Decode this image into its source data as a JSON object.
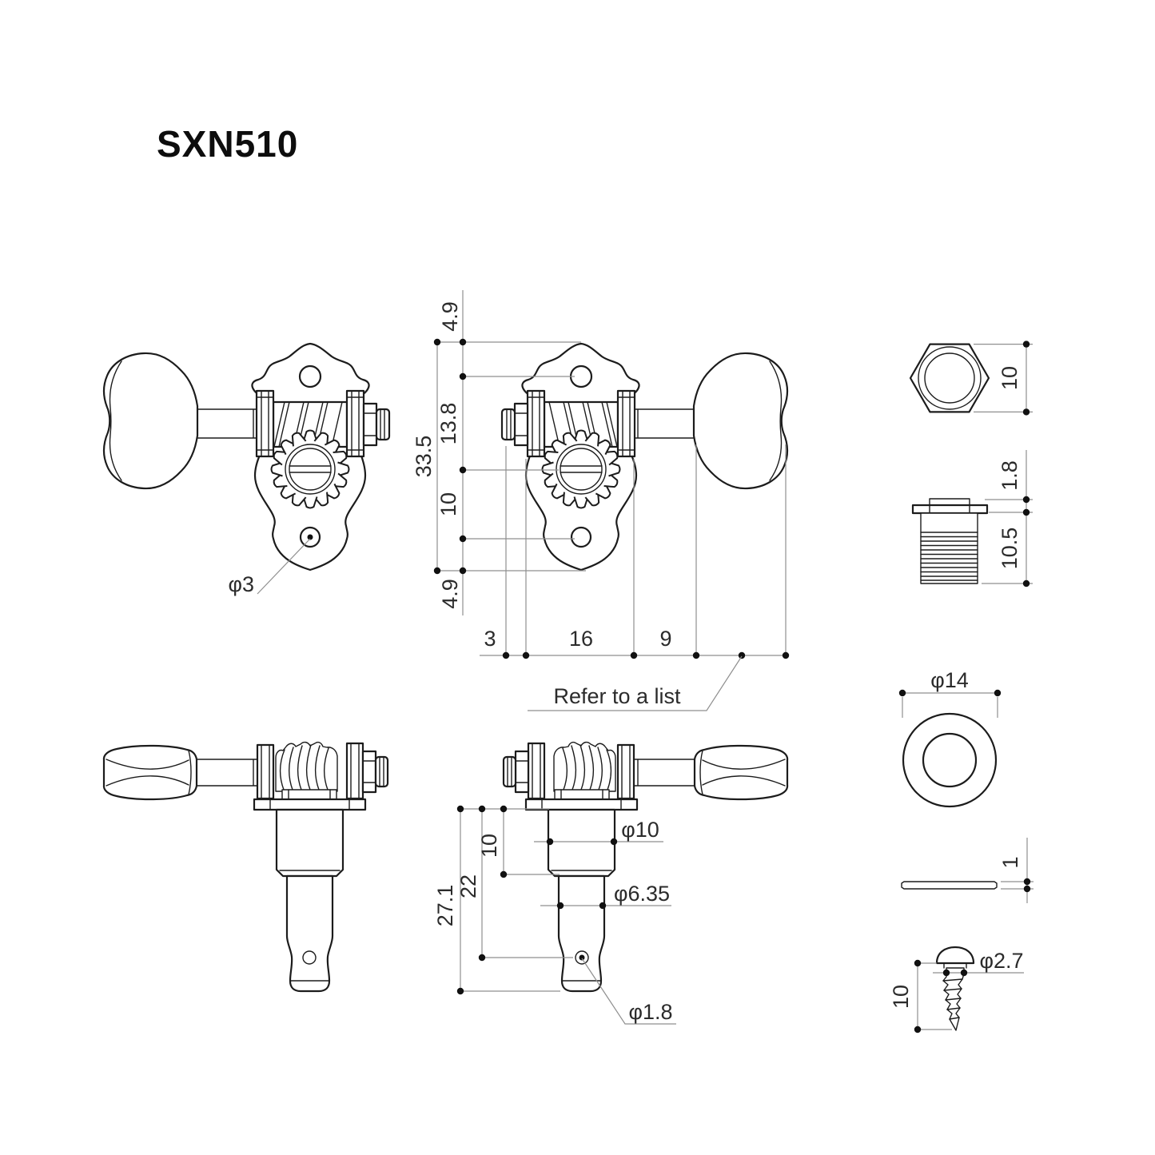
{
  "title": "SXN510",
  "note": {
    "refer": "Refer to a list"
  },
  "front": {
    "pilot_hole_dia": "φ3",
    "dim_top_offset": "4.9",
    "dim_hole_to_center": "13.8",
    "dim_overall_height": "33.5",
    "dim_center_to_hole": "10",
    "dim_bottom_offset": "4.9",
    "dim_width_seg1": "3",
    "dim_width_seg2": "16",
    "dim_width_seg3": "9"
  },
  "side": {
    "dim_post_overall": "27.1",
    "dim_to_string_hole": "22",
    "dim_bushing_depth": "10",
    "dim_post_dia": "φ10",
    "dim_shaft_dia": "φ6.35",
    "dim_string_hole_dia": "φ1.8"
  },
  "hex_nut": {
    "dim_across_flats": "10"
  },
  "bushing": {
    "dim_flange_height": "1.8",
    "dim_thread_length": "10.5"
  },
  "washer": {
    "dim_outer_dia": "φ14",
    "dim_thickness": "1"
  },
  "screw": {
    "dim_head_dia": "φ2.7",
    "dim_length": "10"
  }
}
